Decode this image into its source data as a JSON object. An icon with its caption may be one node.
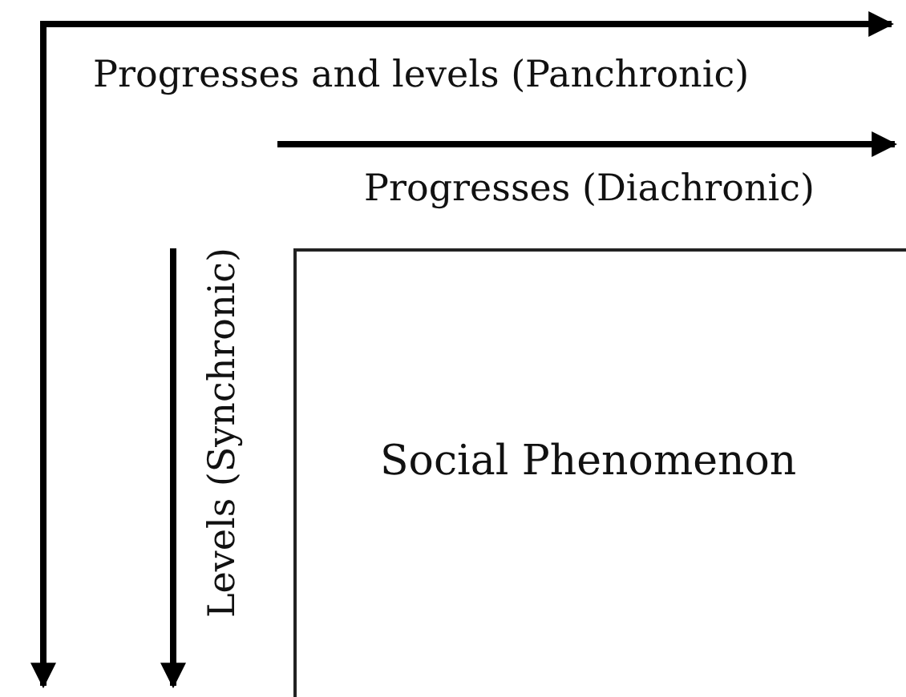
{
  "diagram": {
    "nodes": [
      {
        "text": [
          "Social Phenomenon"
        ]
      }
    ],
    "labels": [
      "Progresses and levels (Panchronic)",
      "Progresses (Diachronic)",
      "Levels (Synchronic)"
    ]
  }
}
